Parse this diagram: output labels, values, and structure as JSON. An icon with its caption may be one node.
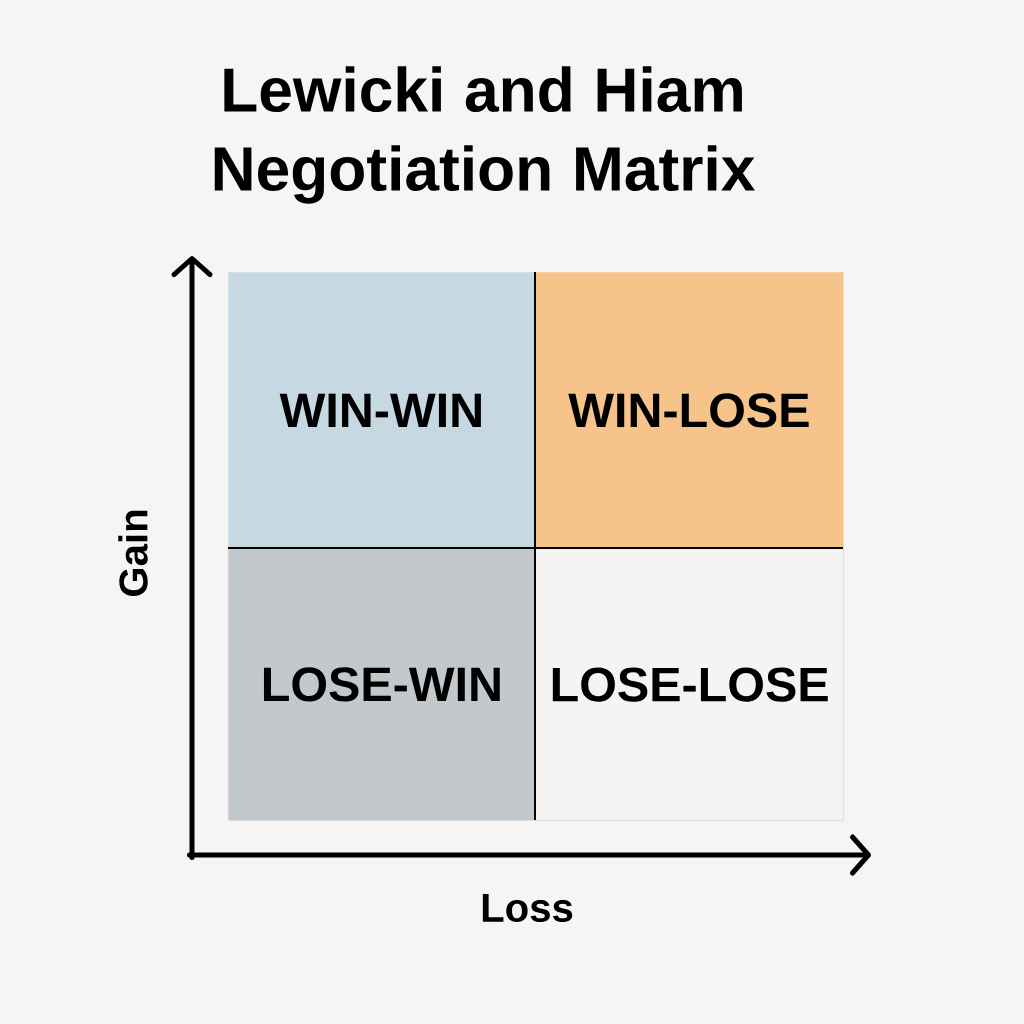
{
  "diagram": {
    "title": "Lewicki and Hiam Negotiation Matrix",
    "nodes": [
      {
        "text": [
          "WIN-WIN"
        ]
      },
      {
        "text": [
          "WIN-LOSE"
        ]
      },
      {
        "text": [
          "LOSE-WIN"
        ]
      },
      {
        "text": [
          "LOSE-LOSE"
        ]
      }
    ],
    "labels": [
      "Gain",
      "Loss"
    ]
  }
}
